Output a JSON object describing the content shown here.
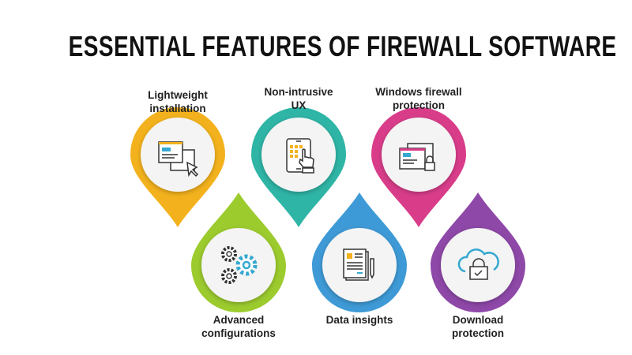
{
  "title": "ESSENTIAL FEATURES OF FIREWALL SOFTWARE",
  "features": [
    {
      "line1": "Lightweight",
      "line2": "installation",
      "icon": "window-cursor-icon",
      "color": "#f3b21d"
    },
    {
      "line1": "Non-intrusive",
      "line2": "UX",
      "icon": "tablet-touch-icon",
      "color": "#2fb5a6"
    },
    {
      "line1": "Windows firewall",
      "line2": "protection",
      "icon": "window-lock-icon",
      "color": "#d93d8a"
    },
    {
      "line1": "Advanced",
      "line2": "configurations",
      "icon": "gears-icon",
      "color": "#9ccb2e"
    },
    {
      "line1": "Data insights",
      "line2": "",
      "icon": "document-pen-icon",
      "color": "#3e9ad6"
    },
    {
      "line1": "Download",
      "line2": "protection",
      "icon": "cloud-lock-icon",
      "color": "#8e48a8"
    }
  ]
}
